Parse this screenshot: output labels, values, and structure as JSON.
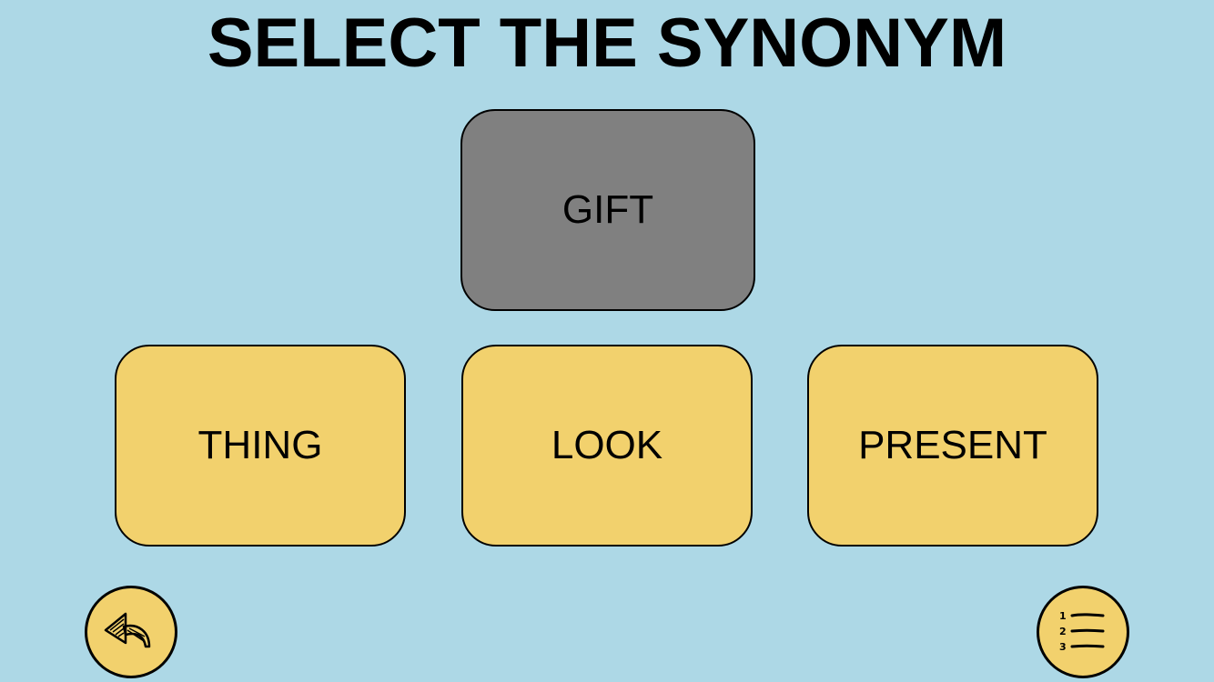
{
  "title": "SELECT THE SYNONYM",
  "prompt": {
    "word": "GIFT",
    "color": "#808080"
  },
  "options": [
    {
      "label": "THING"
    },
    {
      "label": "LOOK"
    },
    {
      "label": "PRESENT"
    }
  ],
  "colors": {
    "background": "#add8e6",
    "option": "#f2d16d",
    "prompt": "#808080",
    "outline": "#000000"
  },
  "controls": {
    "back_icon": "back-arrow-icon",
    "list_icon": "numbered-list-icon",
    "list_numbers": [
      "1",
      "2",
      "3"
    ]
  }
}
